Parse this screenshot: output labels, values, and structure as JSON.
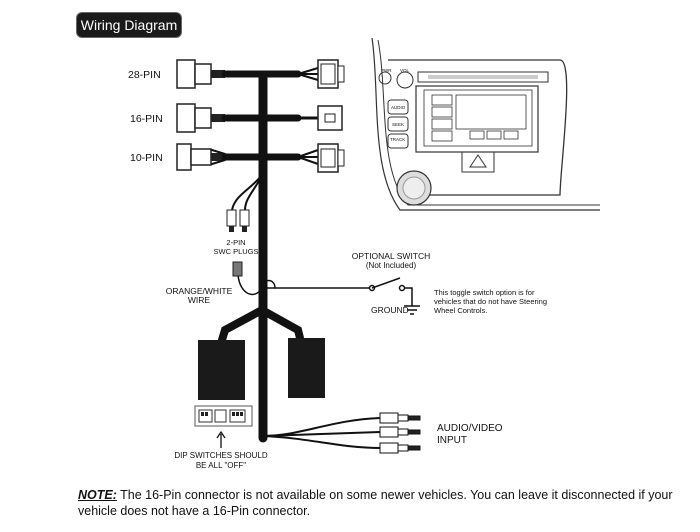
{
  "title": "Wiring Diagram",
  "connectors": {
    "pin28": "28-PIN",
    "pin16": "16-PIN",
    "pin10": "10-PIN"
  },
  "swc": {
    "line1": "2-PIN",
    "line2": "SWC PLUGS"
  },
  "orange_wire": {
    "line1": "ORANGE/WHITE",
    "line2": "WIRE"
  },
  "switch": {
    "title": "OPTIONAL SWITCH",
    "subtitle": "(Not Included)",
    "ground": "GROUND",
    "desc1": "This toggle switch option is for",
    "desc2": "vehicles that do not have Steering",
    "desc3": "Wheel Controls."
  },
  "av": {
    "line1": "AUDIO/VIDEO",
    "line2": "INPUT"
  },
  "dip": {
    "line1": "DIP SWITCHES SHOULD",
    "line2": "BE ALL \"OFF\""
  },
  "radio": {
    "pwr": "PWR",
    "vol": "VOL",
    "audio": "AUDIO",
    "seek": "SEEK",
    "track": "TRACK"
  },
  "note": {
    "label": "NOTE:",
    "text": " The 16-Pin connector is not available on some newer vehicles. You can leave it disconnected if your vehicle does not have a 16-Pin connector."
  }
}
